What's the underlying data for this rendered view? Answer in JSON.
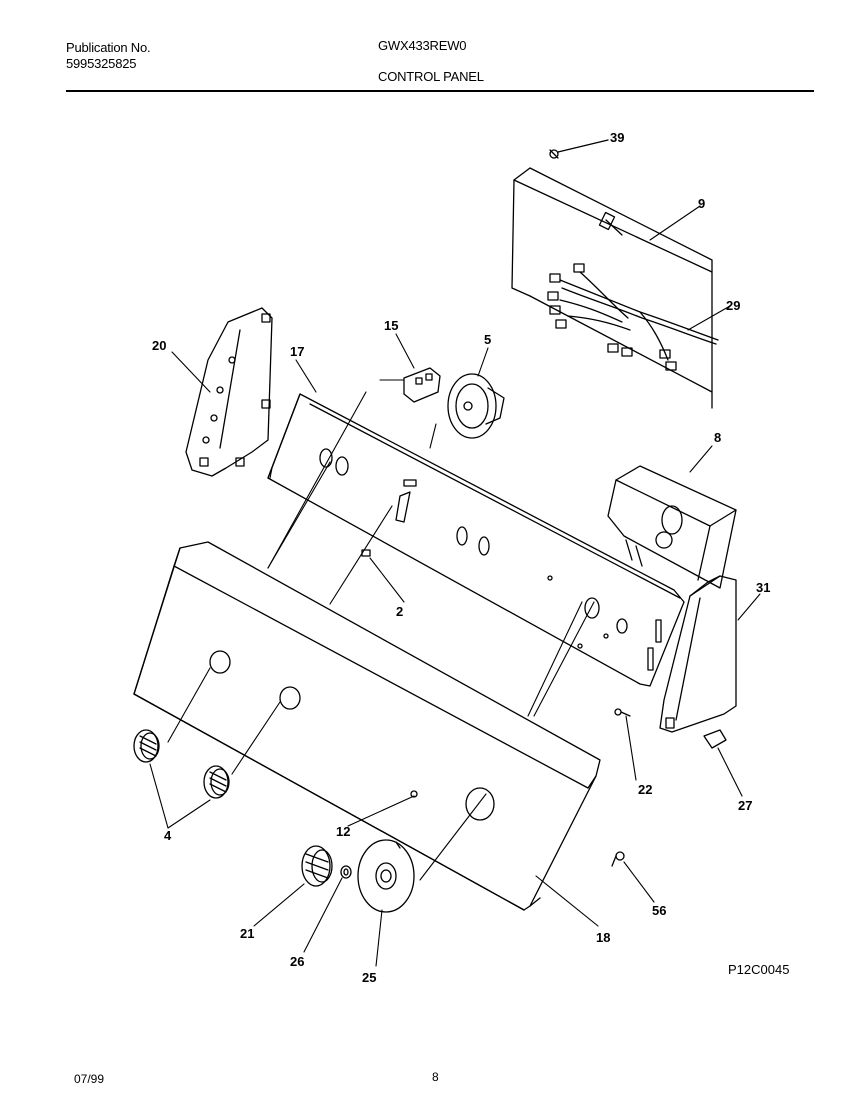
{
  "header": {
    "publication_label": "Publication No.",
    "publication_number": "5995325825",
    "model": "GWX433REW0",
    "section": "CONTROL PANEL"
  },
  "diagram": {
    "code": "P12C0045",
    "callouts": {
      "c39": "39",
      "c9": "9",
      "c29": "29",
      "c20": "20",
      "c17": "17",
      "c15": "15",
      "c5": "5",
      "c8": "8",
      "c31": "31",
      "c2": "2",
      "c22": "22",
      "c27": "27",
      "c4": "4",
      "c12": "12",
      "c21": "21",
      "c26": "26",
      "c25": "25",
      "c18": "18",
      "c56": "56"
    }
  },
  "footer": {
    "date": "07/99",
    "page": "8"
  }
}
